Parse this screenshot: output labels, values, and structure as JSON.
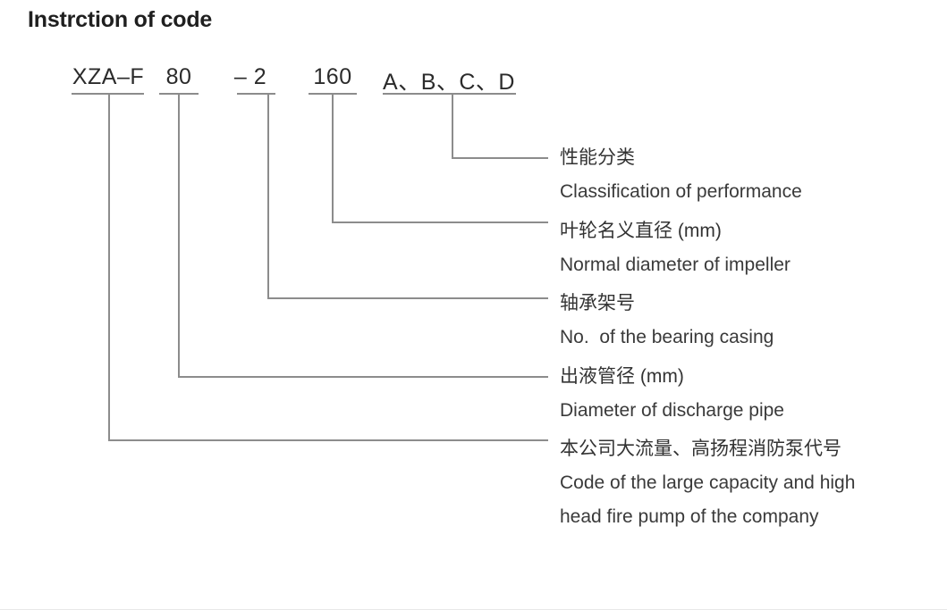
{
  "title": "Instrction of code",
  "colors": {
    "line": "#8c8c8c",
    "text_primary": "#2b2b2b",
    "text_label": "#333333",
    "background": "#ffffff"
  },
  "code": {
    "segments": [
      {
        "id": "series",
        "text": "XZA–F"
      },
      {
        "id": "diameter",
        "text": "80"
      },
      {
        "id": "bearing",
        "text": "– 2"
      },
      {
        "id": "impeller",
        "text": "160"
      },
      {
        "id": "class",
        "text": "A、B、C、D"
      }
    ]
  },
  "labels": [
    {
      "id": "performance-classification",
      "cn": "性能分类",
      "en": "Classification of performance"
    },
    {
      "id": "impeller-diameter",
      "cn": "叶轮名义直径 (mm)",
      "en": "Normal diameter of impeller"
    },
    {
      "id": "bearing-casing-number",
      "cn": "轴承架号",
      "en": "No.  of the bearing casing"
    },
    {
      "id": "discharge-pipe-diameter",
      "cn": "出液管径 (mm)",
      "en": "Diameter of discharge pipe"
    },
    {
      "id": "company-pump-code",
      "cn": "本公司大流量、高扬程消防泵代号",
      "en": "Code of the large capacity and high",
      "en2": "head fire pump of the company"
    }
  ]
}
